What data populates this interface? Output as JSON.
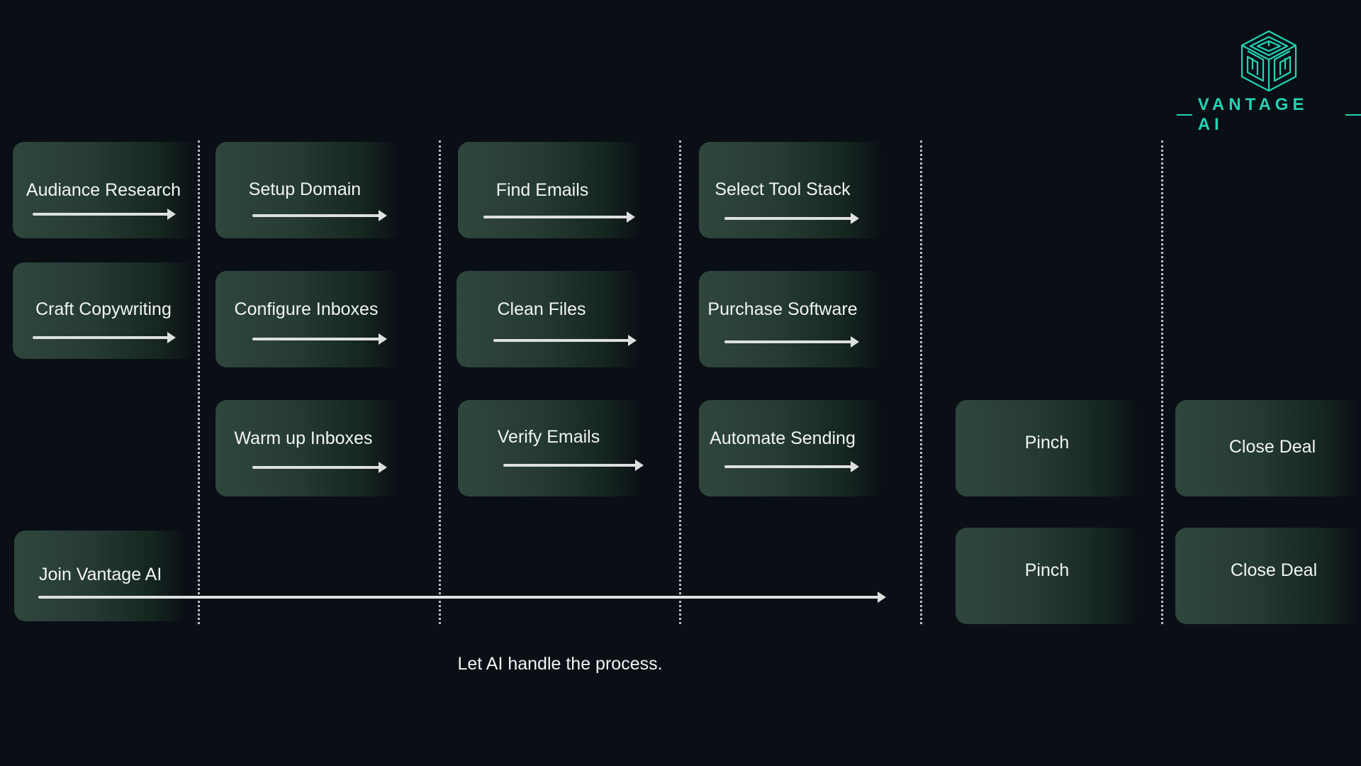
{
  "brand": {
    "name": "VANTAGE AI",
    "icon": "maze-cube-icon",
    "color": "#22d4b4"
  },
  "columns": {
    "col1": [
      "Audiance Research",
      "Craft Copywriting"
    ],
    "col2": [
      "Setup Domain",
      "Configure Inboxes",
      "Warm up Inboxes"
    ],
    "col3": [
      "Find Emails",
      "Clean Files",
      "Verify Emails"
    ],
    "col4": [
      "Select Tool Stack",
      "Purchase Software",
      "Automate Sending"
    ],
    "col5": [
      "Pinch",
      "Pinch"
    ],
    "col6": [
      "Close Deal",
      "Close Deal"
    ]
  },
  "shortcut": {
    "label": "Join Vantage AI"
  },
  "tagline": "Let AI handle the process."
}
